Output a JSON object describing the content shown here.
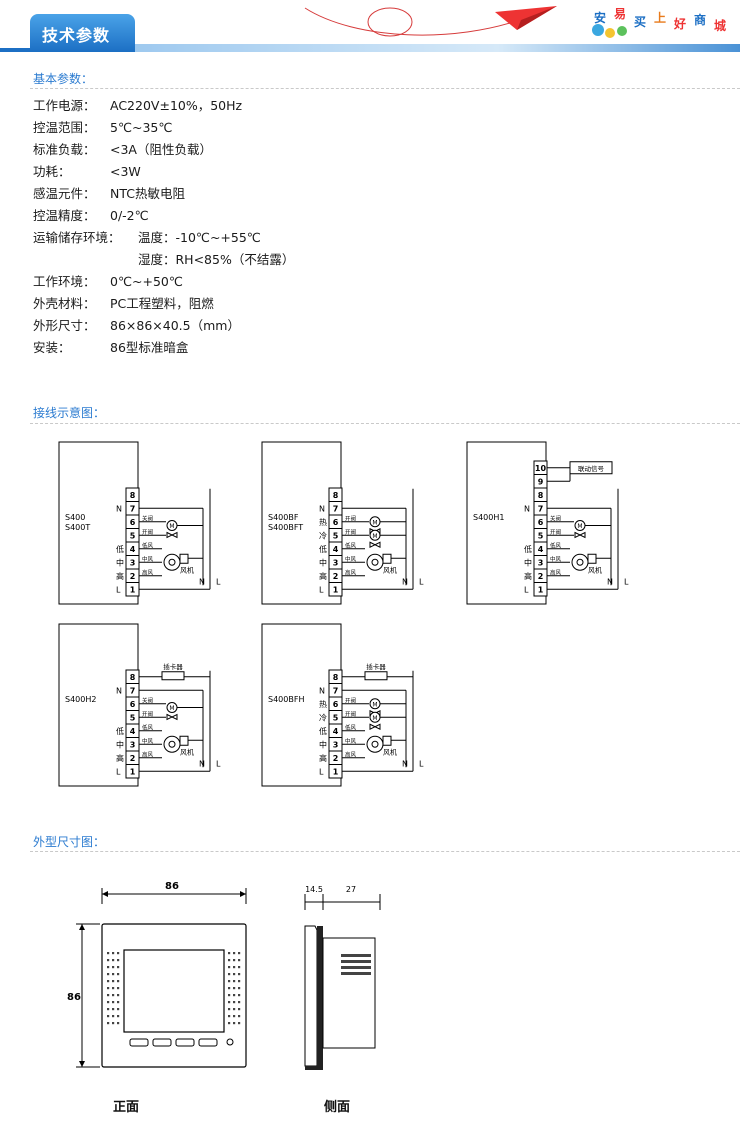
{
  "banner": {
    "title": "技术参数",
    "slogan_chars": [
      "安",
      "易",
      "买",
      "上",
      "好",
      "商",
      "城"
    ]
  },
  "sections": {
    "basic": "基本参数：",
    "wiring": "接线示意图：",
    "dimensions": "外型尺寸图："
  },
  "specs": [
    {
      "key": "工作电源：",
      "value": "AC220V±10%，50Hz"
    },
    {
      "key": "控温范围：",
      "value": "5℃~35℃"
    },
    {
      "key": "标准负载：",
      "value": "<3A（阻性负载）"
    },
    {
      "key": "功耗：",
      "value": "<3W"
    },
    {
      "key": "感温元件：",
      "value": "NTC热敏电阻"
    },
    {
      "key": "控温精度：",
      "value": "0/-2℃"
    },
    {
      "key": "运输储存环境：",
      "value": "温度：-10℃~+55℃"
    },
    {
      "key": "",
      "value": "湿度：RH<85%（不结露）"
    },
    {
      "key": "工作环境：",
      "value": "0℃~+50℃"
    },
    {
      "key": "外壳材料：",
      "value": "PC工程塑料，阻燃"
    },
    {
      "key": "外形尺寸：",
      "value": "86×86×40.5（mm）"
    },
    {
      "key": "安装：",
      "value": "86型标准暗盒"
    }
  ],
  "wiring": {
    "models": [
      {
        "name": [
          "S400",
          "S400T"
        ],
        "terminals": [
          "8",
          "7",
          "6",
          "5",
          "4",
          "3",
          "2",
          "1"
        ],
        "extra": null,
        "dual_valve": false,
        "hot_cold": false
      },
      {
        "name": [
          "S400BF",
          "S400BFT"
        ],
        "terminals": [
          "8",
          "7",
          "6",
          "5",
          "4",
          "3",
          "2",
          "1"
        ],
        "extra": null,
        "dual_valve": true,
        "hot_cold": true
      },
      {
        "name": [
          "S400H1"
        ],
        "terminals": [
          "10",
          "9",
          "8",
          "7",
          "6",
          "5",
          "4",
          "3",
          "2",
          "1"
        ],
        "extra": "联动信号",
        "dual_valve": false,
        "hot_cold": false
      },
      {
        "name": [
          "S400H2"
        ],
        "terminals": [
          "8",
          "7",
          "6",
          "5",
          "4",
          "3",
          "2",
          "1"
        ],
        "extra": "插卡器",
        "dual_valve": false,
        "hot_cold": false
      },
      {
        "name": [
          "S400BFH"
        ],
        "terminals": [
          "8",
          "7",
          "6",
          "5",
          "4",
          "3",
          "2",
          "1"
        ],
        "extra": "插卡器",
        "dual_valve": true,
        "hot_cold": true
      }
    ],
    "labels": {
      "close_valve": "关阀",
      "open_valve": "开阀",
      "low_wind": "低风",
      "mid_wind": "中风",
      "high_wind": "高风",
      "fan": "风机",
      "low": "低",
      "mid": "中",
      "high": "高",
      "hot": "热",
      "cold": "冷",
      "n": "N",
      "l": "L",
      "motor": "M"
    }
  },
  "dims": {
    "width": "86",
    "height": "86",
    "side_a": "14.5",
    "side_b": "27",
    "front_label": "正面",
    "side_label": "侧面"
  }
}
